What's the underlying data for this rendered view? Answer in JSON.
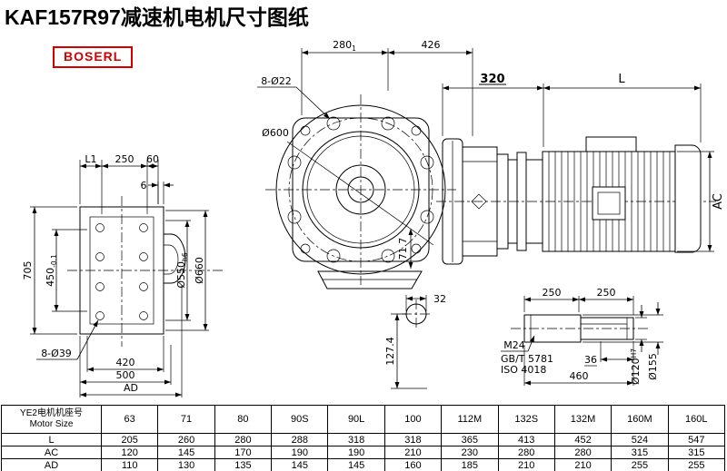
{
  "page": {
    "title": "KAF157R97减速机电机尺寸图纸",
    "logo_text": "BOSERL"
  },
  "front_view": {
    "l1": "L1",
    "d250": "250",
    "d60": "60",
    "d6": "6",
    "d705": "705",
    "d450": "450",
    "d450_tol": "-0.1",
    "holes": "8-Ø39",
    "d420": "420",
    "d500": "500",
    "dAD": "AD",
    "d550": "Ø550",
    "d550_tol": "h6",
    "d660": "Ø660"
  },
  "flange_view": {
    "d280": "280",
    "d280_tol": "1",
    "d426": "426",
    "holes": "8-Ø22",
    "d600": "Ø600",
    "d71_7": "71.7",
    "d32": "32",
    "d127_4": "127.4"
  },
  "side_view": {
    "d320": "320",
    "dL": "L",
    "dAC": "AC"
  },
  "shaft_view": {
    "d250a": "250",
    "d250b": "250",
    "thread": "M24",
    "std_gb": "GB/T 5781",
    "std_iso": "ISO 4018",
    "d36": "36",
    "d460": "460",
    "d120": "Ø120",
    "d120_tol": "H7",
    "d155": "Ø155"
  },
  "table": {
    "header_cn": "YE2电机机座号",
    "header_en": "Motor Size",
    "columns": [
      "63",
      "71",
      "80",
      "90S",
      "90L",
      "100",
      "112M",
      "132S",
      "132M",
      "160M",
      "160L"
    ],
    "row_labels": [
      "L",
      "AC",
      "AD"
    ],
    "rows": {
      "L": [
        "205",
        "260",
        "280",
        "288",
        "318",
        "318",
        "365",
        "413",
        "452",
        "524",
        "547"
      ],
      "AC": [
        "120",
        "145",
        "170",
        "190",
        "190",
        "210",
        "230",
        "280",
        "280",
        "315",
        "315"
      ],
      "AD": [
        "110",
        "130",
        "135",
        "145",
        "145",
        "160",
        "185",
        "210",
        "210",
        "255",
        "255"
      ]
    }
  }
}
